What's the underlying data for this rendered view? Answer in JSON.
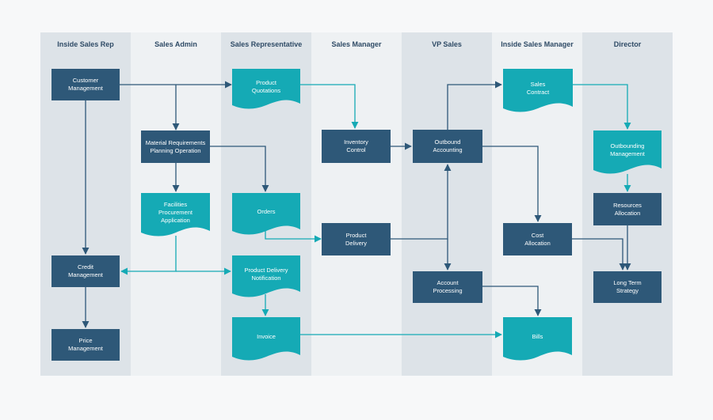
{
  "colors": {
    "background": "#f7f8f9",
    "lane_dark": "#dde3e8",
    "lane_light": "#eef1f3",
    "process": "#2e5878",
    "document": "#15aab5",
    "edge_dark": "#2e5878",
    "edge_teal": "#15aab5"
  },
  "lanes": [
    {
      "id": "inside-sales-rep",
      "title": "Inside Sales Rep"
    },
    {
      "id": "sales-admin",
      "title": "Sales Admin"
    },
    {
      "id": "sales-representative",
      "title": "Sales Representative"
    },
    {
      "id": "sales-manager",
      "title": "Sales Manager"
    },
    {
      "id": "vp-sales",
      "title": "VP Sales"
    },
    {
      "id": "inside-sales-manager",
      "title": "Inside Sales Manager"
    },
    {
      "id": "director",
      "title": "Director"
    }
  ],
  "nodes": {
    "customer_management": {
      "label": "Customer\nManagement",
      "shape": "process"
    },
    "credit_management": {
      "label": "Credit\nManagement",
      "shape": "process"
    },
    "price_management": {
      "label": "Price\nManagement",
      "shape": "process"
    },
    "material_requirements": {
      "label": "Material Requirements\nPlanning Operation",
      "shape": "process"
    },
    "facilities_procurement": {
      "label": "Facilities\nProcurement\nApplication",
      "shape": "document"
    },
    "product_quotations": {
      "label": "Product\nQuotations",
      "shape": "document"
    },
    "orders": {
      "label": "Orders",
      "shape": "document"
    },
    "product_delivery_notification": {
      "label": "Product Delivery\nNotification",
      "shape": "document"
    },
    "invoice": {
      "label": "Invoice",
      "shape": "document"
    },
    "inventory_control": {
      "label": "Inventory\nControl",
      "shape": "process"
    },
    "product_delivery": {
      "label": "Product\nDelivery",
      "shape": "process"
    },
    "outbound_accounting": {
      "label": "Outbound\nAccounting",
      "shape": "process"
    },
    "account_processing": {
      "label": "Account\nProcessing",
      "shape": "process"
    },
    "sales_contract": {
      "label": "Sales\nContract",
      "shape": "document"
    },
    "cost_allocation": {
      "label": "Cost\nAllocation",
      "shape": "process"
    },
    "bills": {
      "label": "Bills",
      "shape": "document"
    },
    "outbounding_management": {
      "label": "Outbounding\nManagement",
      "shape": "document"
    },
    "resources_allocation": {
      "label": "Resources\nAllocation",
      "shape": "process"
    },
    "long_term_strategy": {
      "label": "Long Term\nStrategy",
      "shape": "process"
    }
  },
  "edges": [
    {
      "from": "customer_management",
      "to": "product_quotations"
    },
    {
      "from": "customer_management",
      "to": "material_requirements"
    },
    {
      "from": "customer_management",
      "to": "credit_management"
    },
    {
      "from": "credit_management",
      "to": "price_management"
    },
    {
      "from": "material_requirements",
      "to": "facilities_procurement"
    },
    {
      "from": "material_requirements",
      "to": "orders"
    },
    {
      "from": "facilities_procurement",
      "to": "credit_management"
    },
    {
      "from": "facilities_procurement",
      "to": "product_delivery_notification"
    },
    {
      "from": "product_quotations",
      "to": "inventory_control"
    },
    {
      "from": "orders",
      "to": "product_delivery"
    },
    {
      "from": "product_delivery_notification",
      "to": "invoice"
    },
    {
      "from": "invoice",
      "to": "bills"
    },
    {
      "from": "inventory_control",
      "to": "outbound_accounting"
    },
    {
      "from": "product_delivery",
      "to": "outbound_accounting"
    },
    {
      "from": "product_delivery",
      "to": "account_processing"
    },
    {
      "from": "outbound_accounting",
      "to": "sales_contract"
    },
    {
      "from": "outbound_accounting",
      "to": "cost_allocation"
    },
    {
      "from": "account_processing",
      "to": "bills"
    },
    {
      "from": "sales_contract",
      "to": "outbounding_management"
    },
    {
      "from": "outbounding_management",
      "to": "resources_allocation"
    },
    {
      "from": "resources_allocation",
      "to": "long_term_strategy"
    },
    {
      "from": "cost_allocation",
      "to": "long_term_strategy"
    }
  ]
}
